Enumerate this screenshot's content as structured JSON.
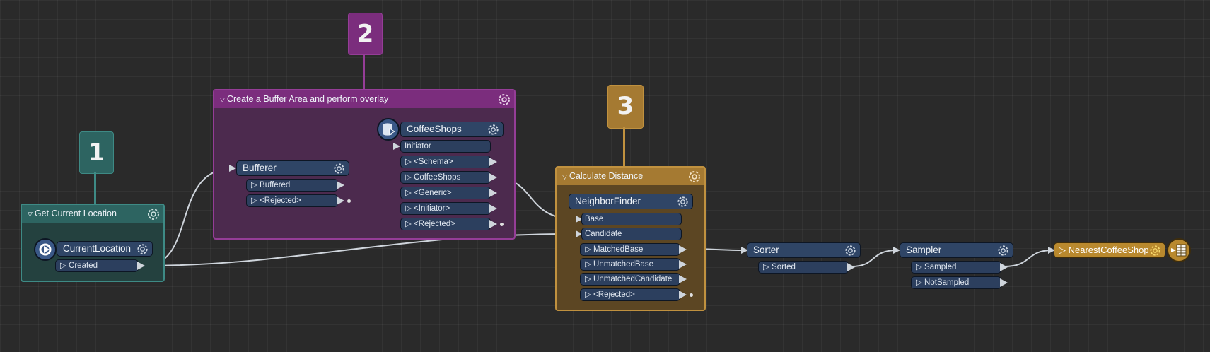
{
  "colors": {
    "teal": "#2d6461",
    "teal_border": "#3e8a85",
    "purple": "#7b2d7d",
    "purple_body": "#4c2a4e",
    "gold": "#a57a32",
    "gold_body": "#5c4623",
    "node": "#2f4566",
    "wire": "#cfd5dc"
  },
  "annotations": [
    "1",
    "2",
    "3"
  ],
  "bookmarks": {
    "location": {
      "title": "Get Current Location"
    },
    "buffer": {
      "title": "Create a Buffer Area and perform overlay"
    },
    "distance": {
      "title": "Calculate Distance"
    }
  },
  "transformers": {
    "current_location": {
      "name": "CurrentLocation",
      "ports": [
        "Created"
      ]
    },
    "bufferer": {
      "name": "Bufferer",
      "ports": [
        "Buffered",
        "<Rejected>"
      ]
    },
    "coffeeshops": {
      "name": "CoffeeShops",
      "input": "Initiator",
      "ports": [
        "<Schema>",
        "CoffeeShops",
        "<Generic>",
        "<Initiator>",
        "<Rejected>"
      ]
    },
    "neighborfinder": {
      "name": "NeighborFinder",
      "inputs": [
        "Base",
        "Candidate"
      ],
      "ports": [
        "MatchedBase",
        "UnmatchedBase",
        "UnmatchedCandidate",
        "<Rejected>"
      ]
    },
    "sorter": {
      "name": "Sorter",
      "ports": [
        "Sorted"
      ]
    },
    "sampler": {
      "name": "Sampler",
      "ports": [
        "Sampled",
        "NotSampled"
      ]
    },
    "writer": {
      "name": "NearestCoffeeShop"
    }
  },
  "icons": {
    "gear": "gear-icon",
    "location": "current-location-icon",
    "database": "database-reader-icon",
    "writer": "table-writer-icon",
    "collapse": "collapse-triangle-icon",
    "port": "port-triangle-icon"
  }
}
